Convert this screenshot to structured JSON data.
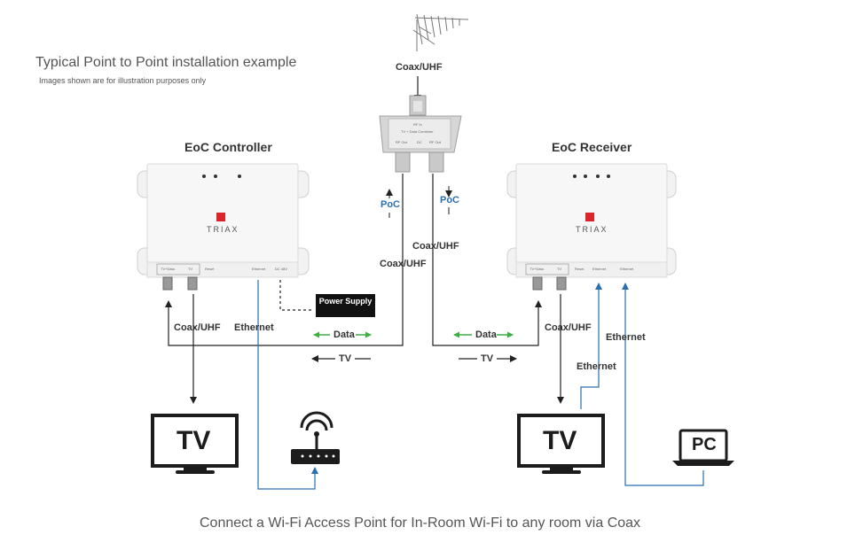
{
  "header": {
    "title": "Typical Point to Point installation example",
    "note": "Images shown are for illustration purposes only"
  },
  "controller": {
    "title": "EoC Controller",
    "brand": "TRIAX",
    "ports": [
      "TV+Data",
      "TV",
      "Reset",
      "Ethernet",
      "DC 48V"
    ]
  },
  "receiver": {
    "title": "EoC Receiver",
    "brand": "TRIAX",
    "ports": [
      "TV+Data",
      "TV",
      "Reset",
      "Ethernet",
      "Ethernet"
    ]
  },
  "splitter": {
    "line1": "RF In",
    "line2": "TV + Data Combiner",
    "out_left": "RF Out",
    "dc": "DC",
    "out_right": "RF Out"
  },
  "power_supply": "Power Supply",
  "labels": {
    "coax_top": "Coax/UHF",
    "poc_left": "PoC",
    "poc_right": "PoC",
    "coax_left_mid": "Coax/UHF",
    "coax_right_mid": "Coax/UHF",
    "coax_controller": "Coax/UHF",
    "ethernet_controller": "Ethernet",
    "data_left": "Data",
    "tv_left": "TV",
    "data_right": "Data",
    "tv_right": "TV",
    "coax_receiver": "Coax/UHF",
    "ethernet_receiver_right": "Ethernet",
    "ethernet_receiver_mid": "Ethernet"
  },
  "tv_left": "TV",
  "tv_right": "TV",
  "pc": "PC",
  "footer": "Connect a Wi-Fi Access Point for In-Room Wi-Fi to any room via Coax",
  "colors": {
    "ethernet_line": "#2a6fb0",
    "data_arrow": "#3cb043",
    "brand_red": "#d9262c",
    "wire": "#222222"
  }
}
